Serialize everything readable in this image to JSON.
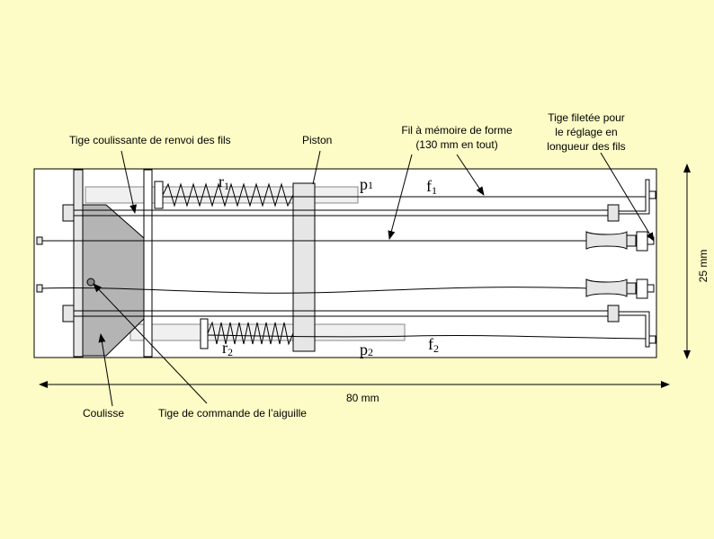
{
  "labels": {
    "tige_coulissante": "Tige coulissante de renvoi des fils",
    "piston": "Piston",
    "fil_memoire_line1": "Fil à mémoire de forme",
    "fil_memoire_line2": "(130 mm en tout)",
    "tige_filetee_line1": "Tige filetée pour",
    "tige_filetee_line2": "le réglage en",
    "tige_filetee_line3": "longueur des fils",
    "coulisse": "Coulisse",
    "tige_commande": "Tige de commande de l’aiguille"
  },
  "dimensions": {
    "width": "80 mm",
    "height": "25 mm"
  },
  "symbols": {
    "r1": {
      "base": "r",
      "sub": "1"
    },
    "r2": {
      "base": "r",
      "sub": "2"
    },
    "p1": {
      "base": "p",
      "sub": "1"
    },
    "p2": {
      "base": "p",
      "sub": "2"
    },
    "f1": {
      "base": "f",
      "sub": "1"
    },
    "f2": {
      "base": "f",
      "sub": "2"
    }
  },
  "colors": {
    "background": "#fdfcc6",
    "frame_fill": "#ffffff",
    "light_part": "#e6e6e6",
    "slide_fill": "#b4b4b4",
    "stroke": "#000000"
  }
}
